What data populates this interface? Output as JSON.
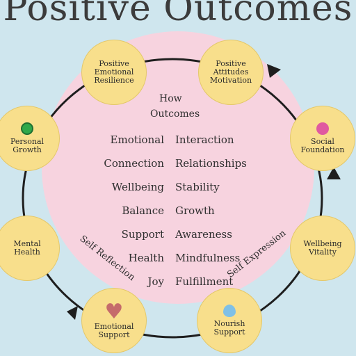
{
  "title": "Positive Outcomes",
  "center": {
    "heading_1": "How",
    "heading_2": "Outcomes",
    "rows": [
      {
        "left": "Emotional",
        "right": "Interaction"
      },
      {
        "left": "Connection",
        "right": "Relationships"
      },
      {
        "left": "Wellbeing",
        "right": "Stability"
      },
      {
        "left": "Balance",
        "right": "Growth"
      },
      {
        "left": "Support",
        "right": "Awareness"
      },
      {
        "left": "Health",
        "right": "Mindfulness"
      },
      {
        "left": "Joy",
        "right": "Fulfillment"
      }
    ],
    "diagonal_left": "Self Reflection",
    "diagonal_right": "Self Expression"
  },
  "nodes": [
    {
      "label": "Positive Emotional Resilience",
      "dot_color": ""
    },
    {
      "label": "Positive Attitudes Motivation",
      "dot_color": ""
    },
    {
      "label": "Social Foundation",
      "dot_color": "#e05aa0"
    },
    {
      "label": "Wellbeing Vitality",
      "dot_color": ""
    },
    {
      "label": "Nourish Support",
      "dot_color": "#7fc0e6"
    },
    {
      "label": "Emotional Support",
      "dot_color": "#c56b6b"
    },
    {
      "label": "Mental Health",
      "dot_color": ""
    },
    {
      "label": "Personal Growth",
      "dot_color": "#2fa84a"
    }
  ]
}
